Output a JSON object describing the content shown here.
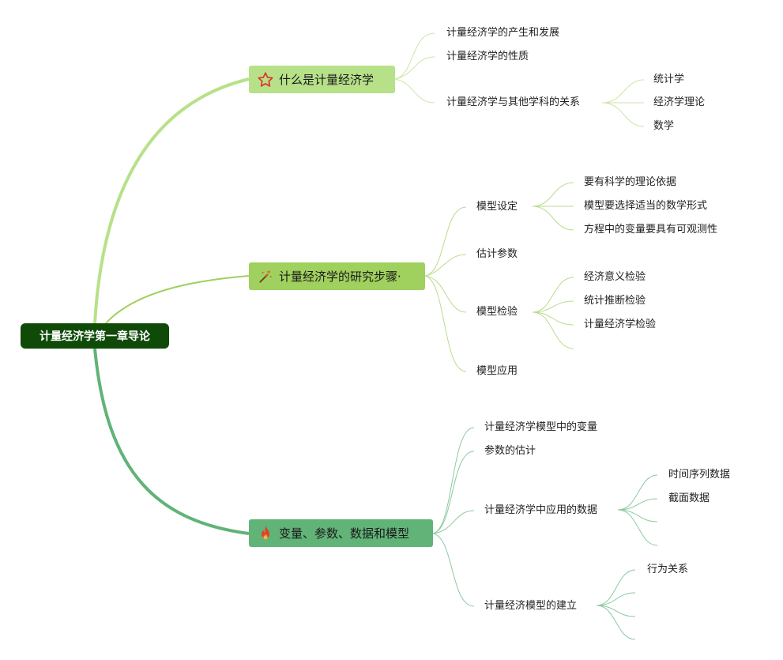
{
  "root": {
    "label": "计量经济学第一章导论"
  },
  "branches": [
    {
      "label": "什么是计量经济学",
      "icon": "star-icon",
      "color": "#b7e189",
      "children": [
        {
          "label": "计量经济学的产生和发展"
        },
        {
          "label": "计量经济学的性质"
        },
        {
          "label": "计量经济学与其他学科的关系",
          "children": [
            {
              "label": "统计学"
            },
            {
              "label": "经济学理论"
            },
            {
              "label": "数学"
            }
          ]
        }
      ]
    },
    {
      "label": "计量经济学的研究步骤·",
      "icon": "magic-wand-icon",
      "color": "#a0d05e",
      "children": [
        {
          "label": "模型设定",
          "children": [
            {
              "label": "要有科学的理论依据"
            },
            {
              "label": "模型要选择适当的数学形式"
            },
            {
              "label": "方程中的变量要具有可观测性"
            }
          ]
        },
        {
          "label": "估计参数"
        },
        {
          "label": "模型检验",
          "children": [
            {
              "label": "经济意义检验"
            },
            {
              "label": "统计推断检验"
            },
            {
              "label": "计量经济学检验"
            }
          ]
        },
        {
          "label": "模型应用"
        }
      ]
    },
    {
      "label": "变量、参数、数据和模型",
      "icon": "fire-icon",
      "color": "#61b378",
      "children": [
        {
          "label": "计量经济学模型中的变量"
        },
        {
          "label": "参数的估计"
        },
        {
          "label": "计量经济学中应用的数据",
          "children": [
            {
              "label": "时间序列数据"
            },
            {
              "label": "截面数据"
            },
            {
              "label": ""
            },
            {
              "label": ""
            }
          ]
        },
        {
          "label": "计量经济模型的建立",
          "children": [
            {
              "label": "行为关系"
            },
            {
              "label": ""
            },
            {
              "label": ""
            },
            {
              "label": ""
            }
          ]
        }
      ]
    }
  ]
}
